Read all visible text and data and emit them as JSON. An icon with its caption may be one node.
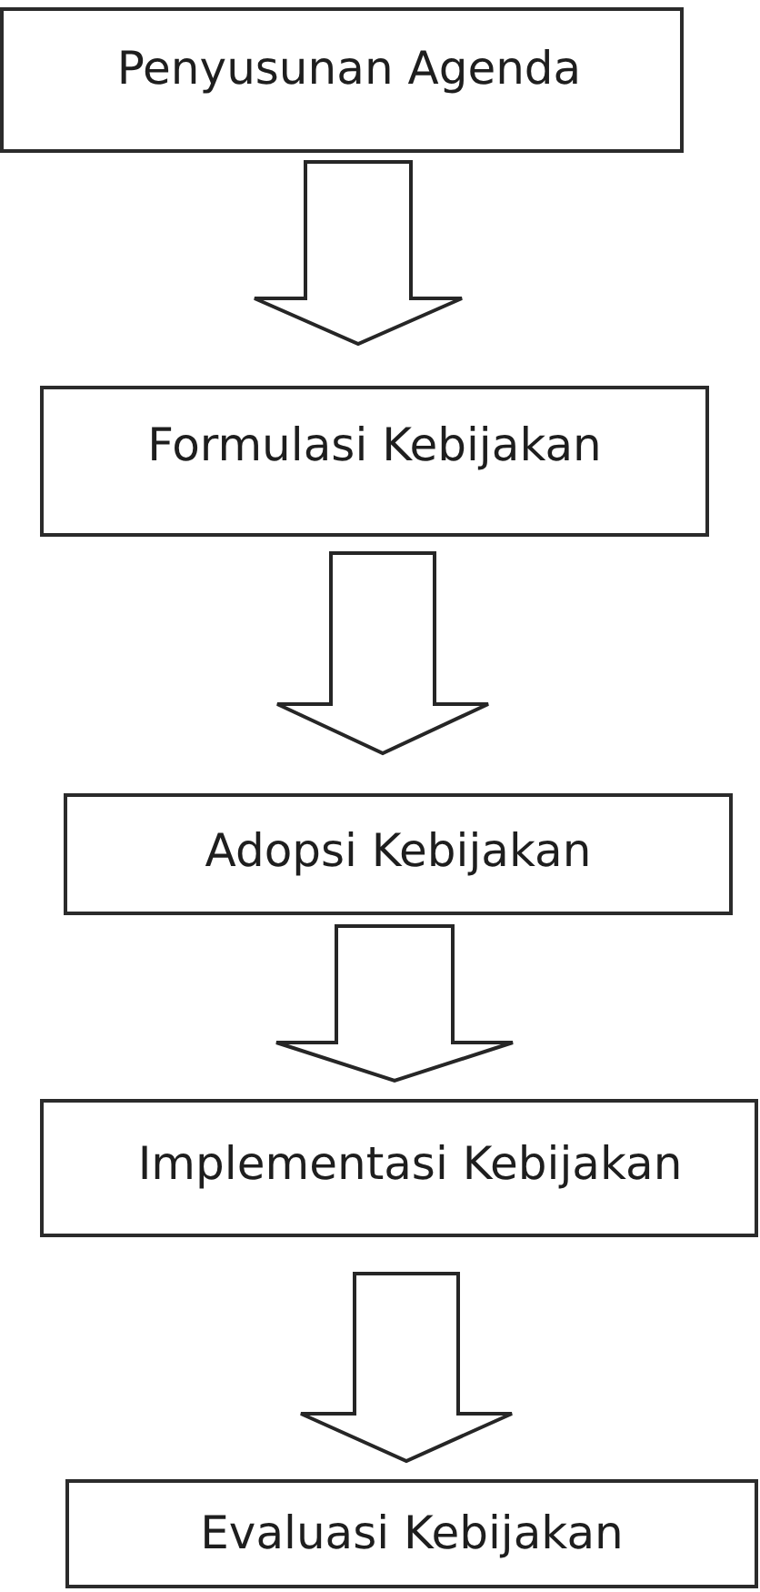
{
  "diagram": {
    "nodes": [
      {
        "text": [
          "Penyusunan Agenda"
        ]
      },
      {
        "text": [
          "Formulasi Kebijakan"
        ]
      },
      {
        "text": [
          "Adopsi Kebijakan"
        ]
      },
      {
        "text": [
          "Implementasi Kebijakan"
        ]
      },
      {
        "text": [
          "Evaluasi Kebijakan"
        ]
      }
    ],
    "edges": [
      {
        "from": 0,
        "to": 1,
        "arrow": "to"
      },
      {
        "from": 1,
        "to": 2,
        "arrow": "to"
      },
      {
        "from": 2,
        "to": 3,
        "arrow": "to"
      },
      {
        "from": 3,
        "to": 4,
        "arrow": "to"
      }
    ]
  }
}
